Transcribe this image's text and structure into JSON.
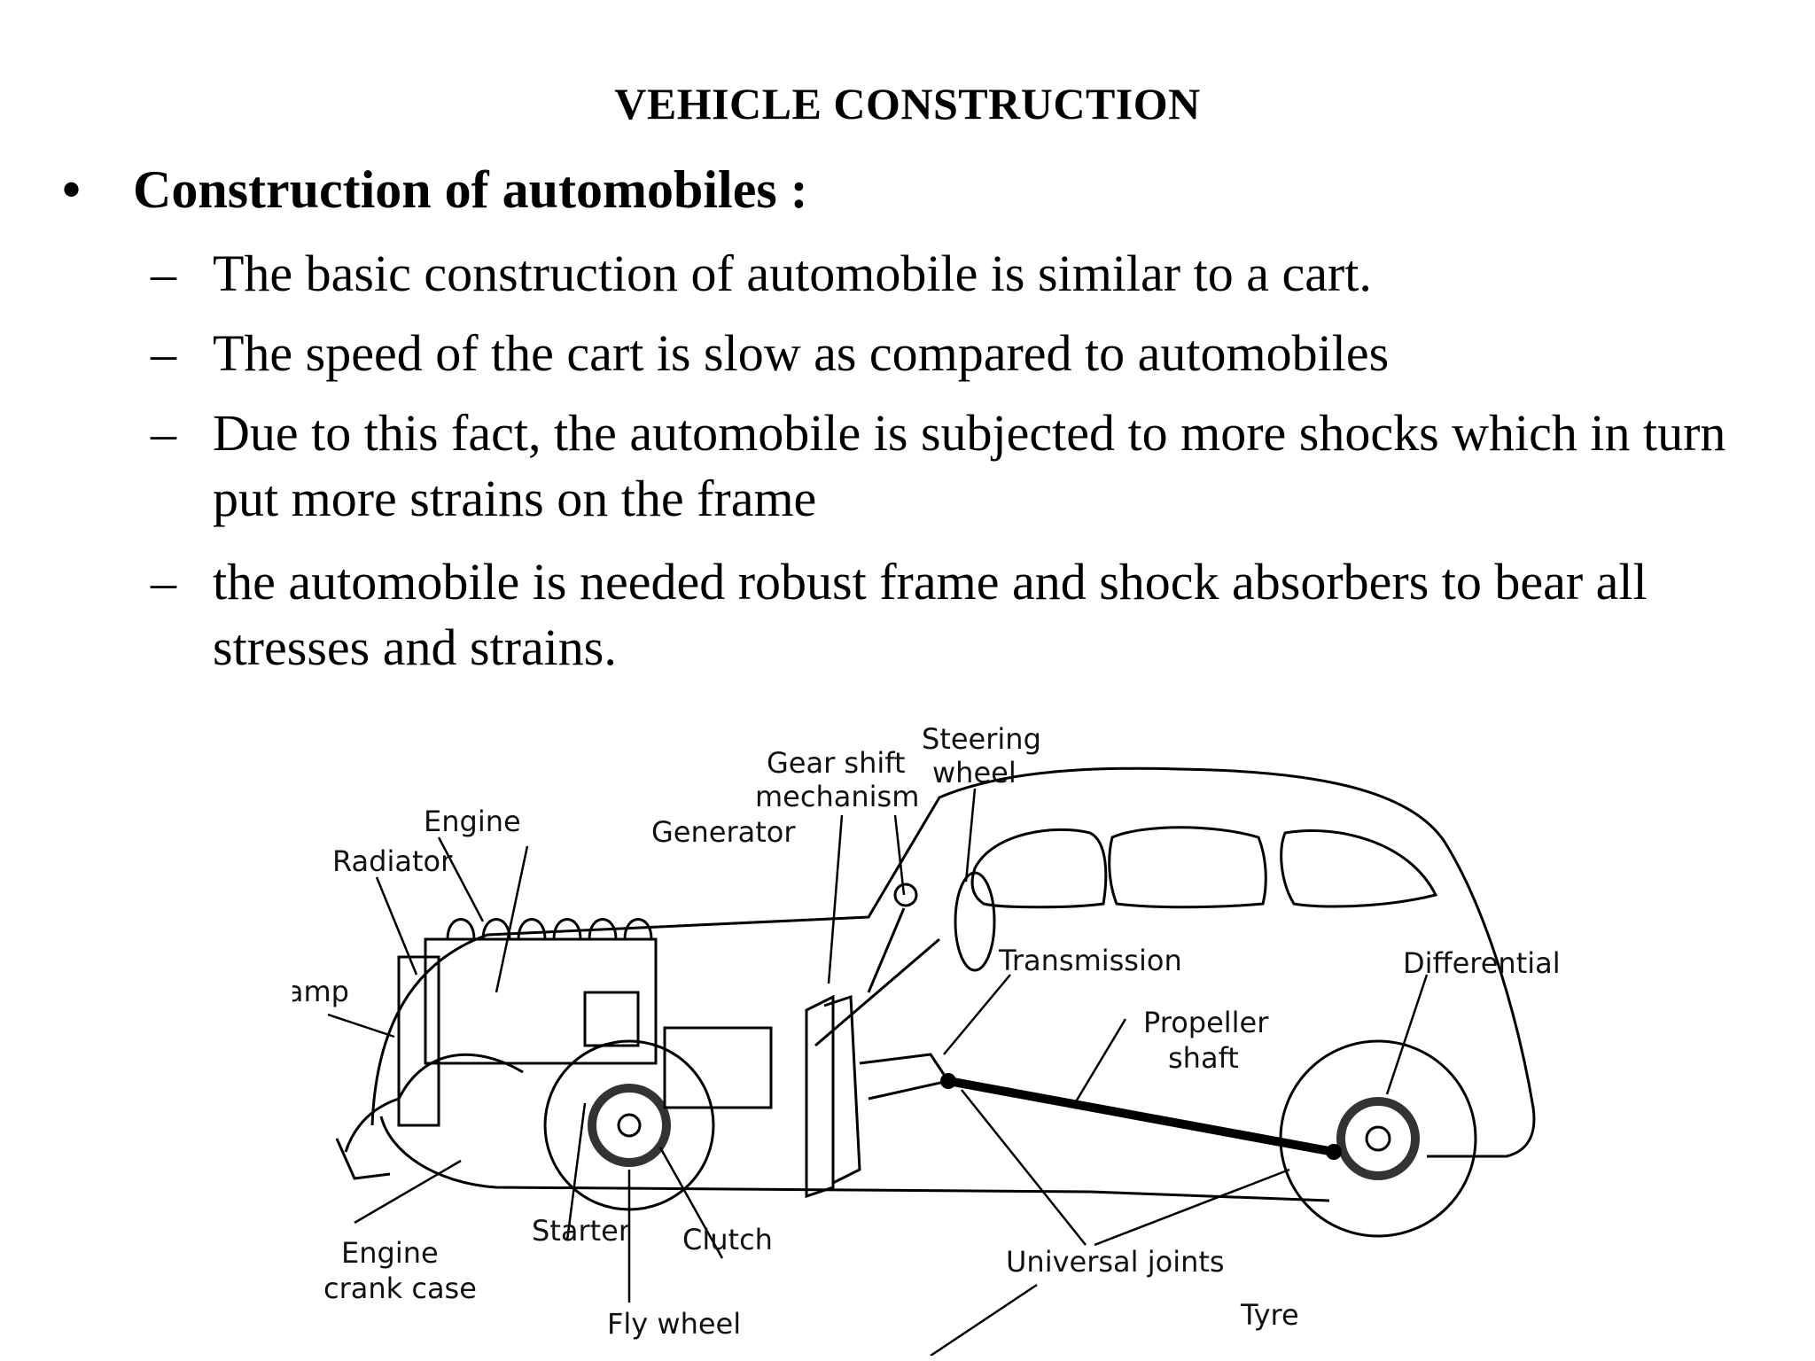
{
  "title": "VEHICLE CONSTRUCTION",
  "heading": {
    "bullet": "•",
    "text": "Construction of automobiles :"
  },
  "points": [
    {
      "dash": "–",
      "text": "The basic construction of automobile is similar to a cart."
    },
    {
      "dash": "–",
      "text": "The speed of the cart is slow as compared to automobiles"
    },
    {
      "dash": "–",
      "text": "Due to this fact, the automobile is subjected to more shocks which in turn put more strains on the frame"
    },
    {
      "dash": "–",
      "text": "the automobile is needed robust frame and shock absorbers to bear all stresses and strains."
    }
  ],
  "diagram": {
    "labels": {
      "steering_wheel_1": "Steering",
      "steering_wheel_2": "wheel",
      "gear_shift_1": "Gear shift",
      "gear_shift_2": "mechanism",
      "engine": "Engine",
      "generator": "Generator",
      "radiator": "Radiator",
      "lamp": "Lamp",
      "transmission": "Transmission",
      "differential": "Differential",
      "propeller_1": "Propeller",
      "propeller_2": "shaft",
      "engine_crank_1": "Engine",
      "engine_crank_2": "crank case",
      "starter": "Starter",
      "clutch": "Clutch",
      "universal_joints": "Universal joints",
      "fly_wheel": "Fly wheel",
      "tyre": "Tyre"
    }
  }
}
